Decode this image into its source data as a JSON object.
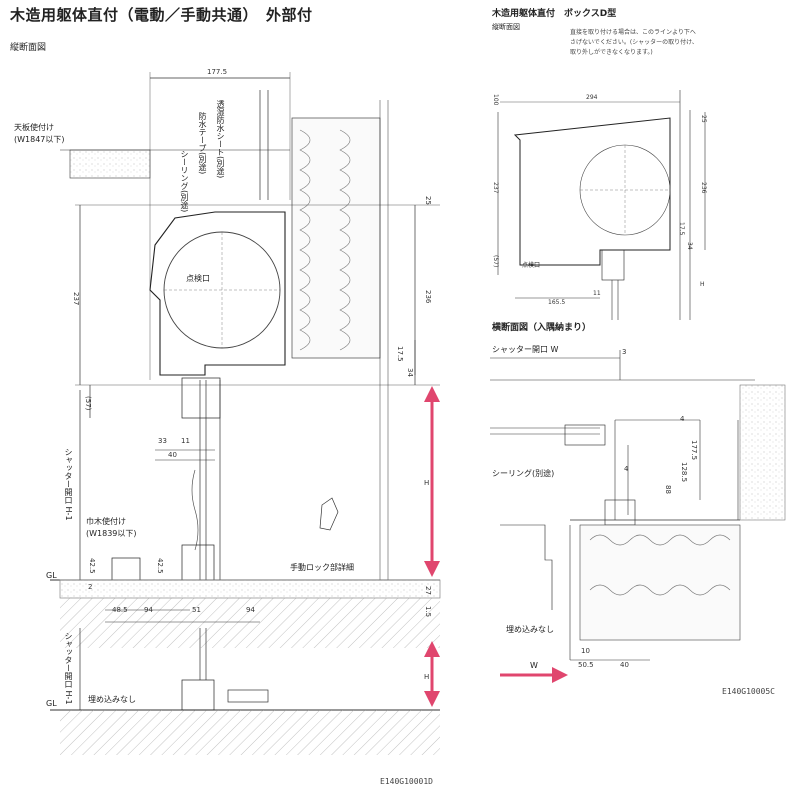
{
  "page_title": "木造用躯体直付（電動／手動共通）　外部付",
  "left": {
    "section_label": "縦断面図",
    "callouts": {
      "tenban": "天板使付け",
      "tenban_note": "(W1847以下)",
      "sealing": "シーリング(別途)",
      "waterproof_tape": "防水テープ(別途)",
      "breathable_sheet": "透湿防水シート(別途)",
      "inspection": "点検口",
      "habaki": "巾木使付け",
      "habaki_note": "(W1839以下)",
      "manual_lock": "手動ロック部詳細",
      "opening_h": "シャッター開口 H-1",
      "opening_h2": "シャッター開口 H-1",
      "no_embed": "埋め込みなし",
      "gl1": "GL",
      "gl2": "GL",
      "h1": "H",
      "h2": "H"
    },
    "dims": {
      "d177_5": "177.5",
      "d25": "25",
      "d237": "237",
      "d236": "236",
      "d17_5": "17.5",
      "d34": "34",
      "d57": "(57)",
      "d33": "33",
      "d11": "11",
      "d40": "40",
      "d42_5a": "42.5",
      "d42_5b": "42.5",
      "d2": "2",
      "d48_5": "48.5",
      "d94a": "94",
      "d51": "51",
      "d94b": "94",
      "d27": "27",
      "d1_5": "1.5"
    },
    "code": "E140G10001D"
  },
  "right_top": {
    "title": "木造用躯体直付　ボックスD型",
    "section_label": "縦断面図",
    "note_line1": "直接を取り付ける場合は、このラインより下へ",
    "note_line2": "さげないでください。(シャッターの取り付け、",
    "note_line3": "取り外しができなくなります。)",
    "inspection": "点検口",
    "h": "H",
    "dims": {
      "d294": "294",
      "d100": "100",
      "d25": "25",
      "d237": "237",
      "d236": "236",
      "d57": "(57)",
      "d17_5": "17.5",
      "d34": "34",
      "d165_5": "165.5",
      "d11": "11"
    }
  },
  "right_bottom": {
    "title": "横断面図（入隅納まり）",
    "opening_w": "シャッター開口 W",
    "sealing": "シーリング(別途)",
    "no_embed": "埋め込みなし",
    "w": "W",
    "dims": {
      "d3": "3",
      "d4a": "4",
      "d4b": "4",
      "d177_5": "177.5",
      "d128_5": "128.5",
      "d88": "88",
      "d10": "10",
      "d50_5": "50.5",
      "d40": "40"
    },
    "code": "E140G10005C"
  },
  "colors": {
    "arrow": "#e0466e",
    "line": "#333333",
    "ground": "#888888"
  }
}
